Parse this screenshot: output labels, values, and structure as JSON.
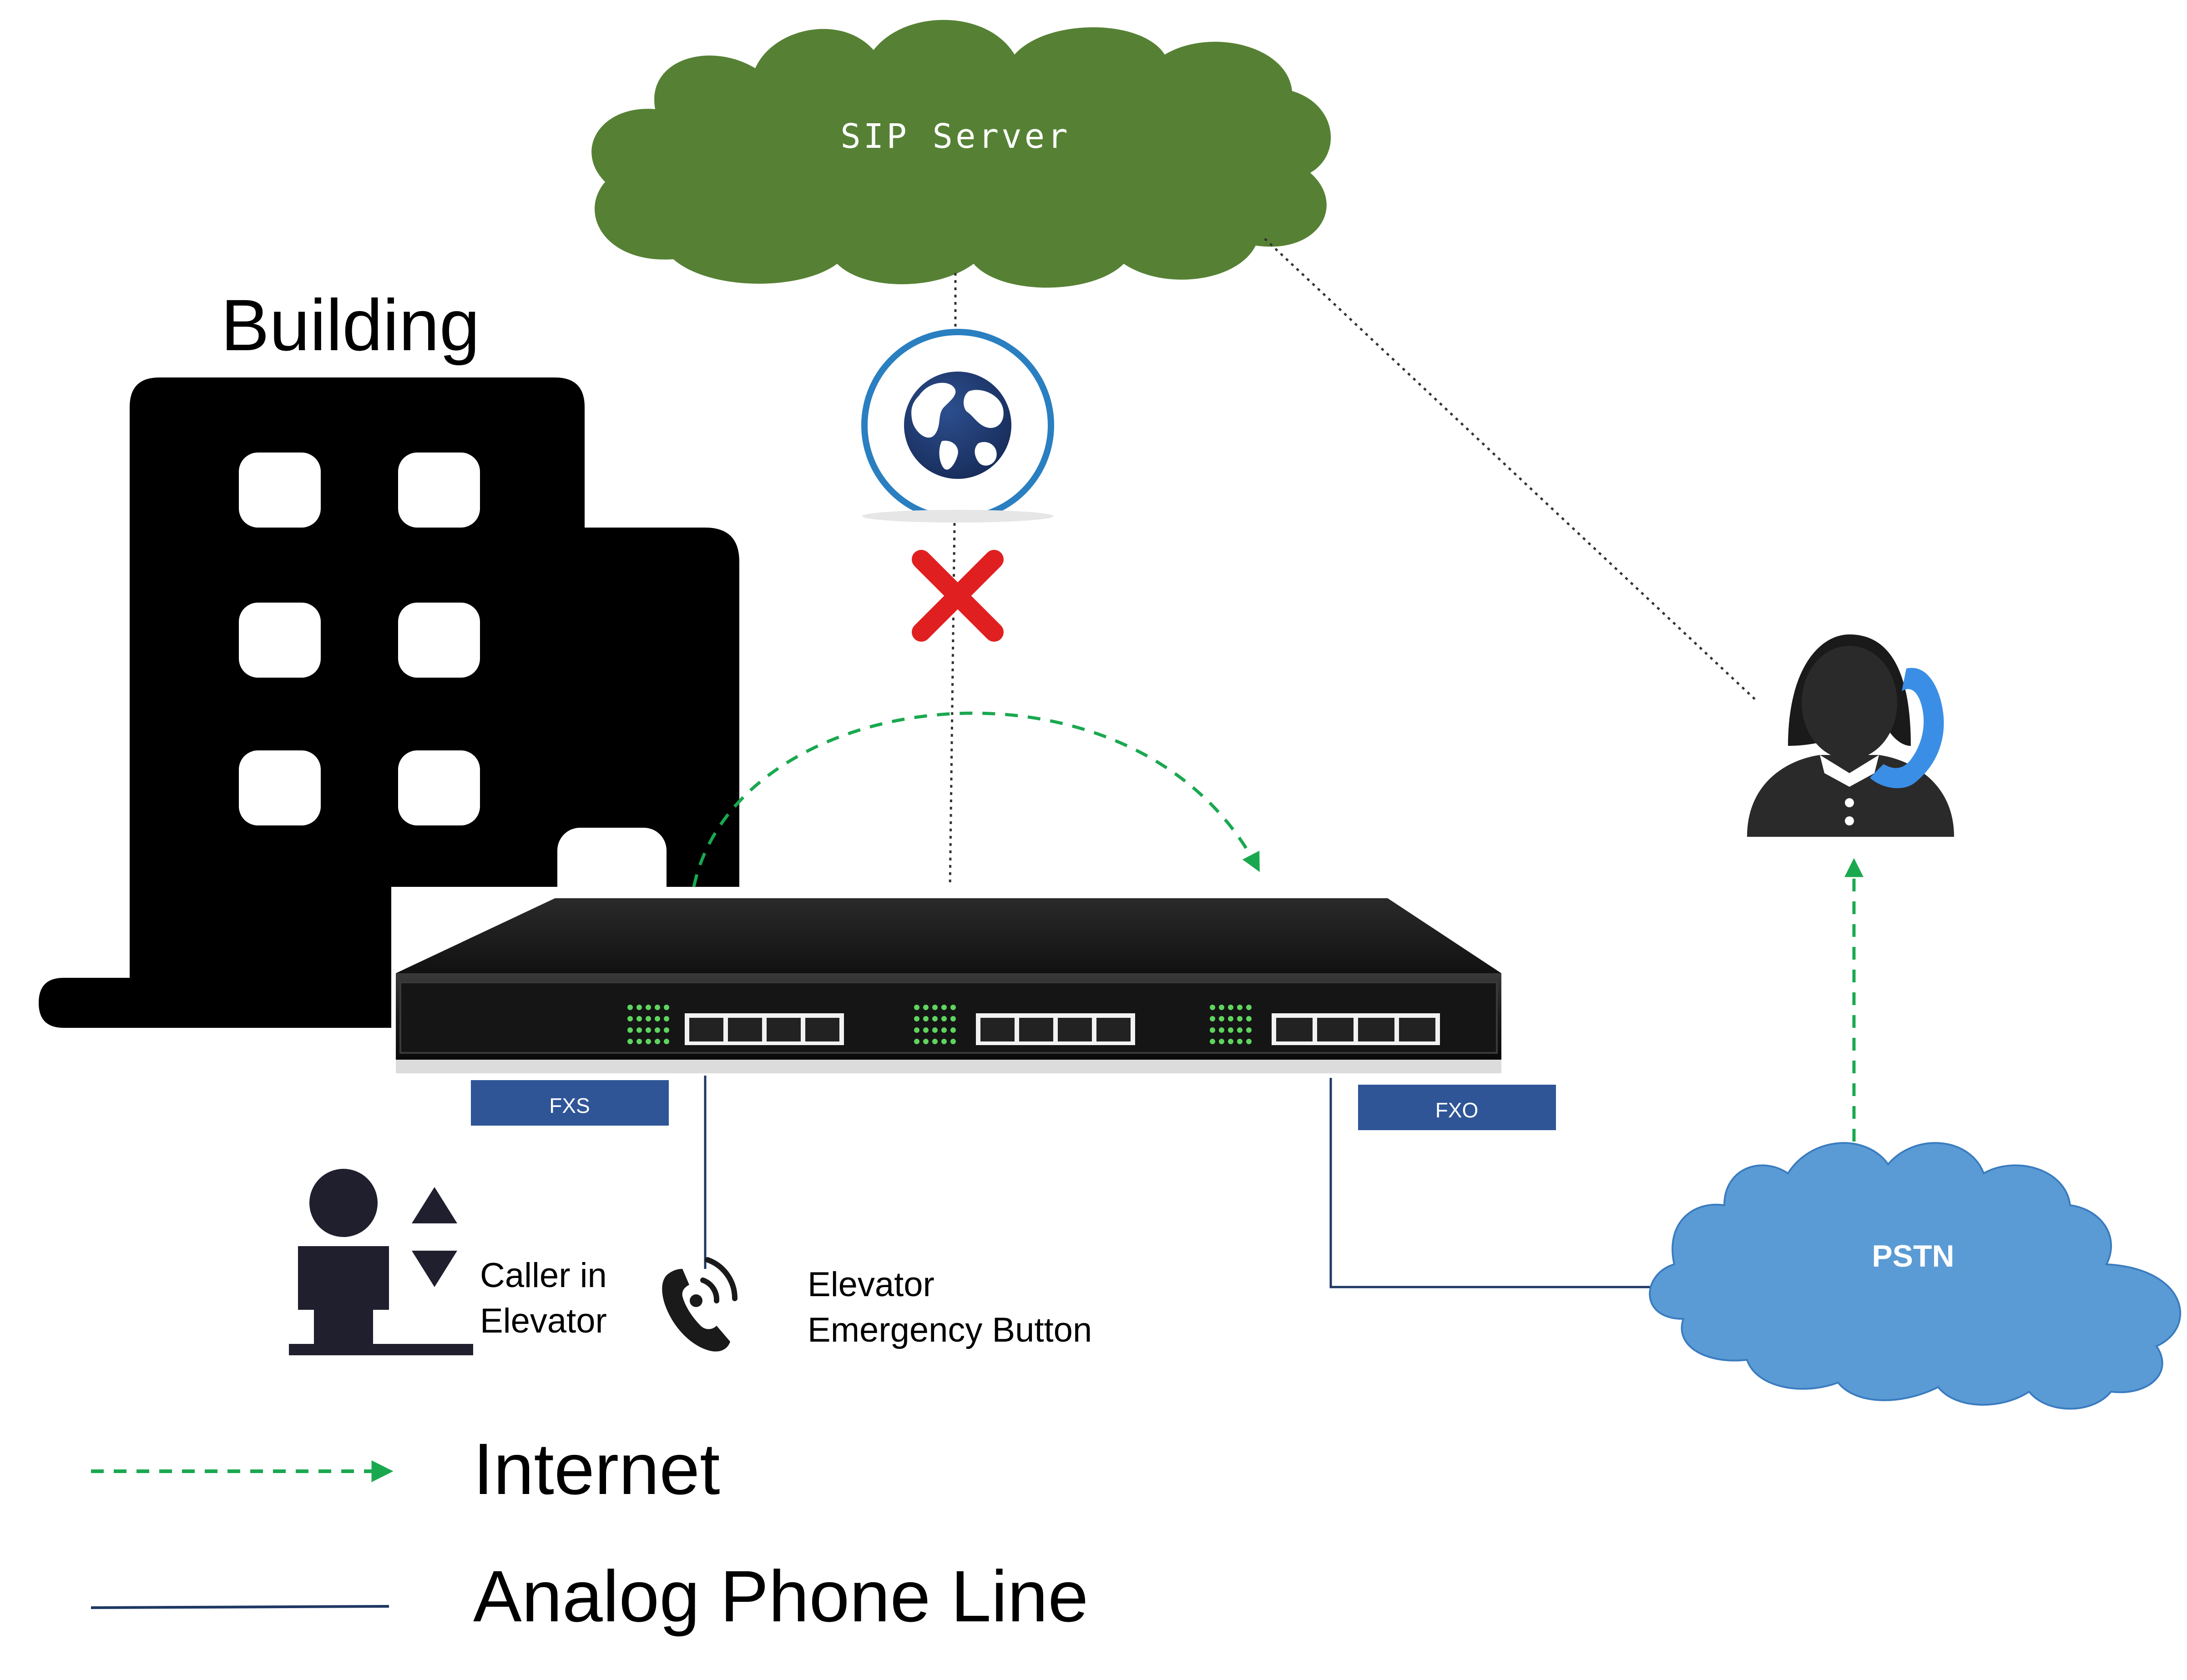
{
  "diagram": {
    "sip_server": {
      "label": "SIP Server",
      "color": "#568135"
    },
    "pstn": {
      "label": "PSTN",
      "color": "#5b9bd5"
    },
    "building": {
      "label": "Building",
      "color": "#000000"
    },
    "gateway": {
      "fxs_label": "FXS",
      "fxo_label": "FXO",
      "port_label_color": "#2f5597"
    },
    "caller": {
      "label_line1": "Caller in",
      "label_line2": "Elevator"
    },
    "emergency": {
      "label_line1": "Elevator",
      "label_line2": "Emergency Button"
    },
    "colors": {
      "internet_line": "#1aa84f",
      "analog_line": "#1f3864",
      "blocked_mark": "#e02020",
      "globe": "#1f3b73",
      "operator_headset": "#3a8ee6"
    },
    "icons": [
      "building-icon",
      "globe-icon",
      "x-mark-icon",
      "operator-icon",
      "elevator-caller-icon",
      "phone-ringing-icon",
      "gateway-device"
    ]
  },
  "legend": {
    "internet_label": "Internet",
    "analog_label": "Analog Phone Line"
  }
}
